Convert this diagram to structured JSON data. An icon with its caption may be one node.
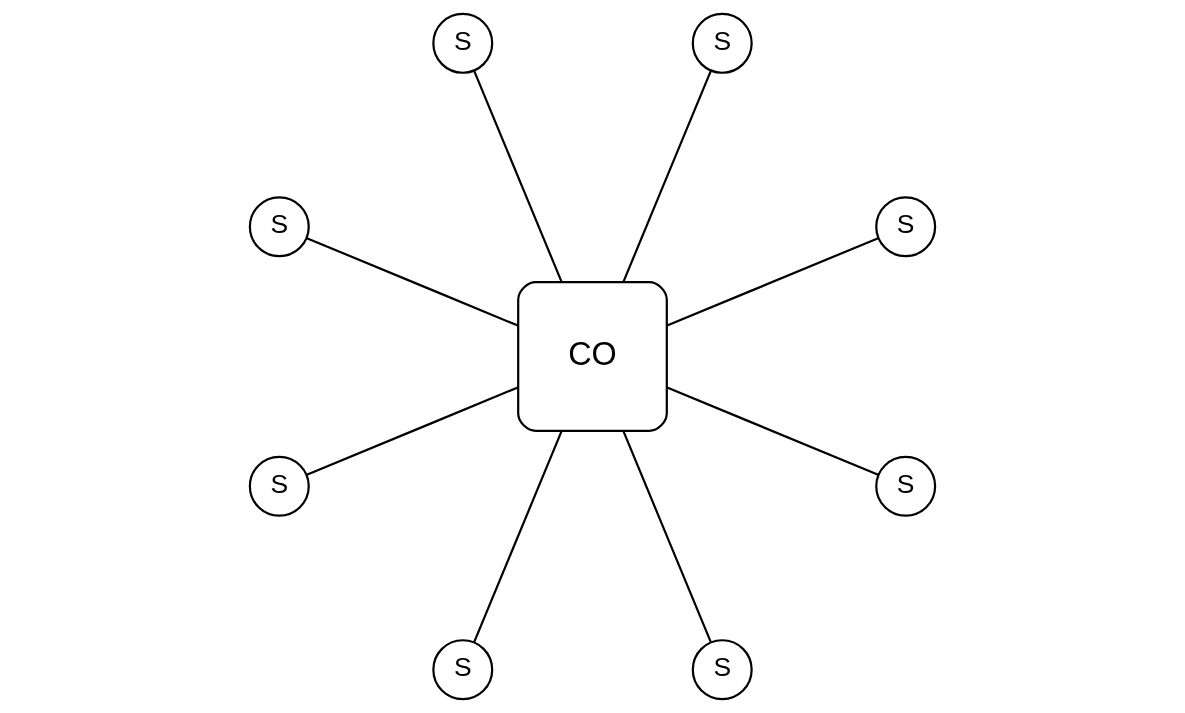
{
  "diagram": {
    "nodes": [
      {
        "text": [
          "S"
        ]
      },
      {
        "text": [
          "S"
        ]
      },
      {
        "text": [
          "S"
        ]
      },
      {
        "text": [
          "S"
        ]
      },
      {
        "text": [
          "CO"
        ]
      },
      {
        "text": [
          "S"
        ]
      },
      {
        "text": [
          "S"
        ]
      },
      {
        "text": [
          "S"
        ]
      },
      {
        "text": [
          "S"
        ]
      }
    ],
    "edges": [
      {
        "from": 4,
        "to": 0,
        "arrow": "none"
      },
      {
        "from": 4,
        "to": 2,
        "arrow": "none"
      },
      {
        "from": 4,
        "to": 5,
        "arrow": "none"
      },
      {
        "from": 4,
        "to": 6,
        "arrow": "none"
      },
      {
        "from": 4,
        "to": 8,
        "arrow": "none"
      },
      {
        "from": 4,
        "to": 7,
        "arrow": "none"
      },
      {
        "from": 4,
        "to": 3,
        "arrow": "none"
      },
      {
        "from": 4,
        "to": 1,
        "arrow": "none"
      }
    ]
  }
}
